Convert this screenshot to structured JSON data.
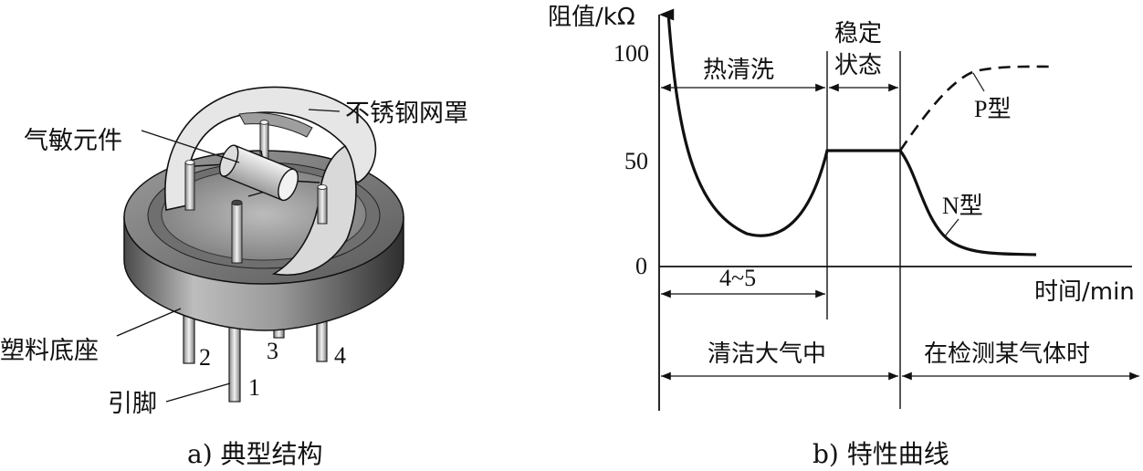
{
  "left_panel": {
    "caption": "a) 典型结构",
    "labels": {
      "mesh_cover": "不锈钢网罩",
      "sensing_element": "气敏元件",
      "plastic_base": "塑料底座",
      "pin": "引脚"
    },
    "pin_numbers": [
      "1",
      "2",
      "3",
      "4"
    ]
  },
  "right_panel": {
    "caption": "b) 特性曲线",
    "y_axis_label": "阻值/kΩ",
    "x_axis_label": "时间/min",
    "y_ticks": [
      "100",
      "50",
      "0"
    ],
    "phase_labels": {
      "hot_clean": "热清洗",
      "steady": [
        "稳定",
        "状态"
      ],
      "duration": "4~5",
      "clean_air": "清洁大气中",
      "detecting": "在检测某气体时"
    },
    "curve_labels": {
      "p_type": "P型",
      "n_type": "N型"
    }
  },
  "colors": {
    "ink": "#111111",
    "base_dark": "#3a3a3a",
    "base_mid": "#8f8f8f",
    "base_light": "#d6d6d6",
    "mesh": "#e8e8e8"
  }
}
